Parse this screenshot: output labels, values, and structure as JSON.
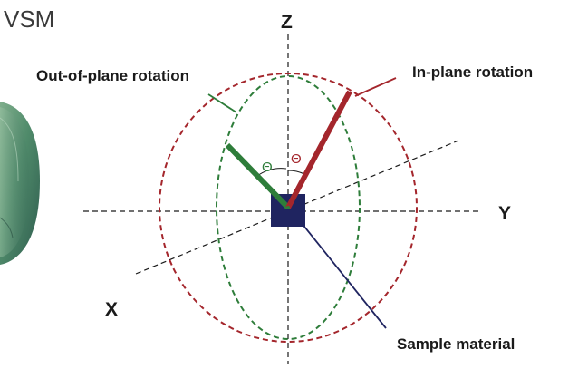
{
  "title": "VSM",
  "axes": {
    "z": "Z",
    "y": "Y",
    "x": "X"
  },
  "callouts": {
    "out_of_plane": "Out-of-plane rotation",
    "in_plane": "In-plane rotation",
    "sample": "Sample material"
  },
  "angles": {
    "green_theta": "Θ",
    "red_theta": "Θ"
  },
  "colors": {
    "in_plane_red": "#a4262c",
    "out_of_plane_green": "#2e7d3a",
    "sample_navy": "#1f2460",
    "axis_black": "#1a1a1a"
  }
}
